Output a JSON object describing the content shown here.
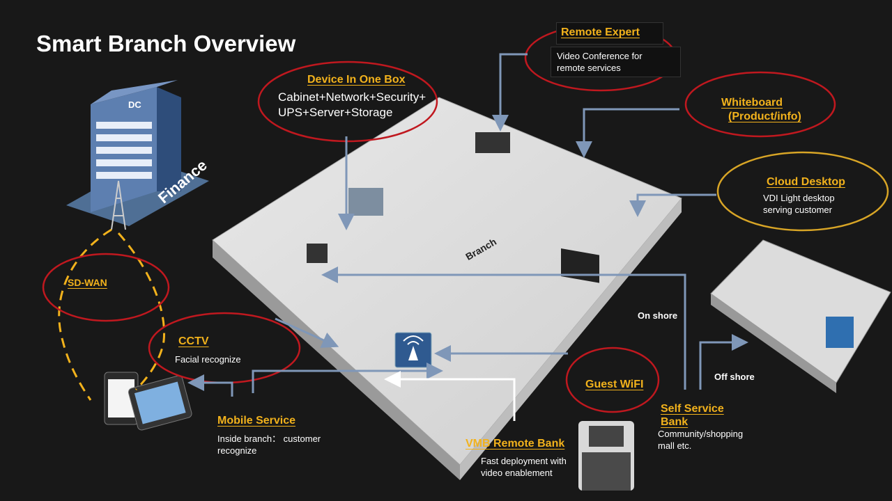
{
  "title": "Smart Branch Overview",
  "dc": {
    "label": "DC",
    "sign": "Finance"
  },
  "branch_label": "Branch",
  "callouts": {
    "remote_expert": {
      "label": "Remote Expert",
      "desc": "Video Conference for remote services"
    },
    "device_in_one_box": {
      "label": "Device In One Box",
      "desc": "Cabinet+Network+Security+UPS+Server+Storage"
    },
    "whiteboard": {
      "label": "Whiteboard",
      "label2": "(Product/info)"
    },
    "cloud_desktop": {
      "label": "Cloud Desktop",
      "desc": "VDI Light desktop serving customer"
    },
    "sd_wan": {
      "label": "SD-WAN"
    },
    "cctv": {
      "label": "CCTV",
      "desc": "Facial recognize"
    },
    "mobile_service": {
      "label": "Mobile Service",
      "desc": "Inside branch： customer recognize"
    },
    "guest_wifi": {
      "label": "Guest WiFI"
    },
    "vmb_remote_bank": {
      "label": "VMB Remote Bank",
      "desc": "Fast deployment with video enablement"
    },
    "self_service_bank": {
      "label": "Self Service",
      "label2": "Bank",
      "desc": "Community/shopping mall etc."
    },
    "on_shore": "On shore",
    "off_shore": "Off shore"
  },
  "colors": {
    "accent": "#f2b21c",
    "ring": "#c0181f",
    "gold_ring": "#d8a526",
    "arrow": "#7f97b8",
    "background": "#181818"
  }
}
